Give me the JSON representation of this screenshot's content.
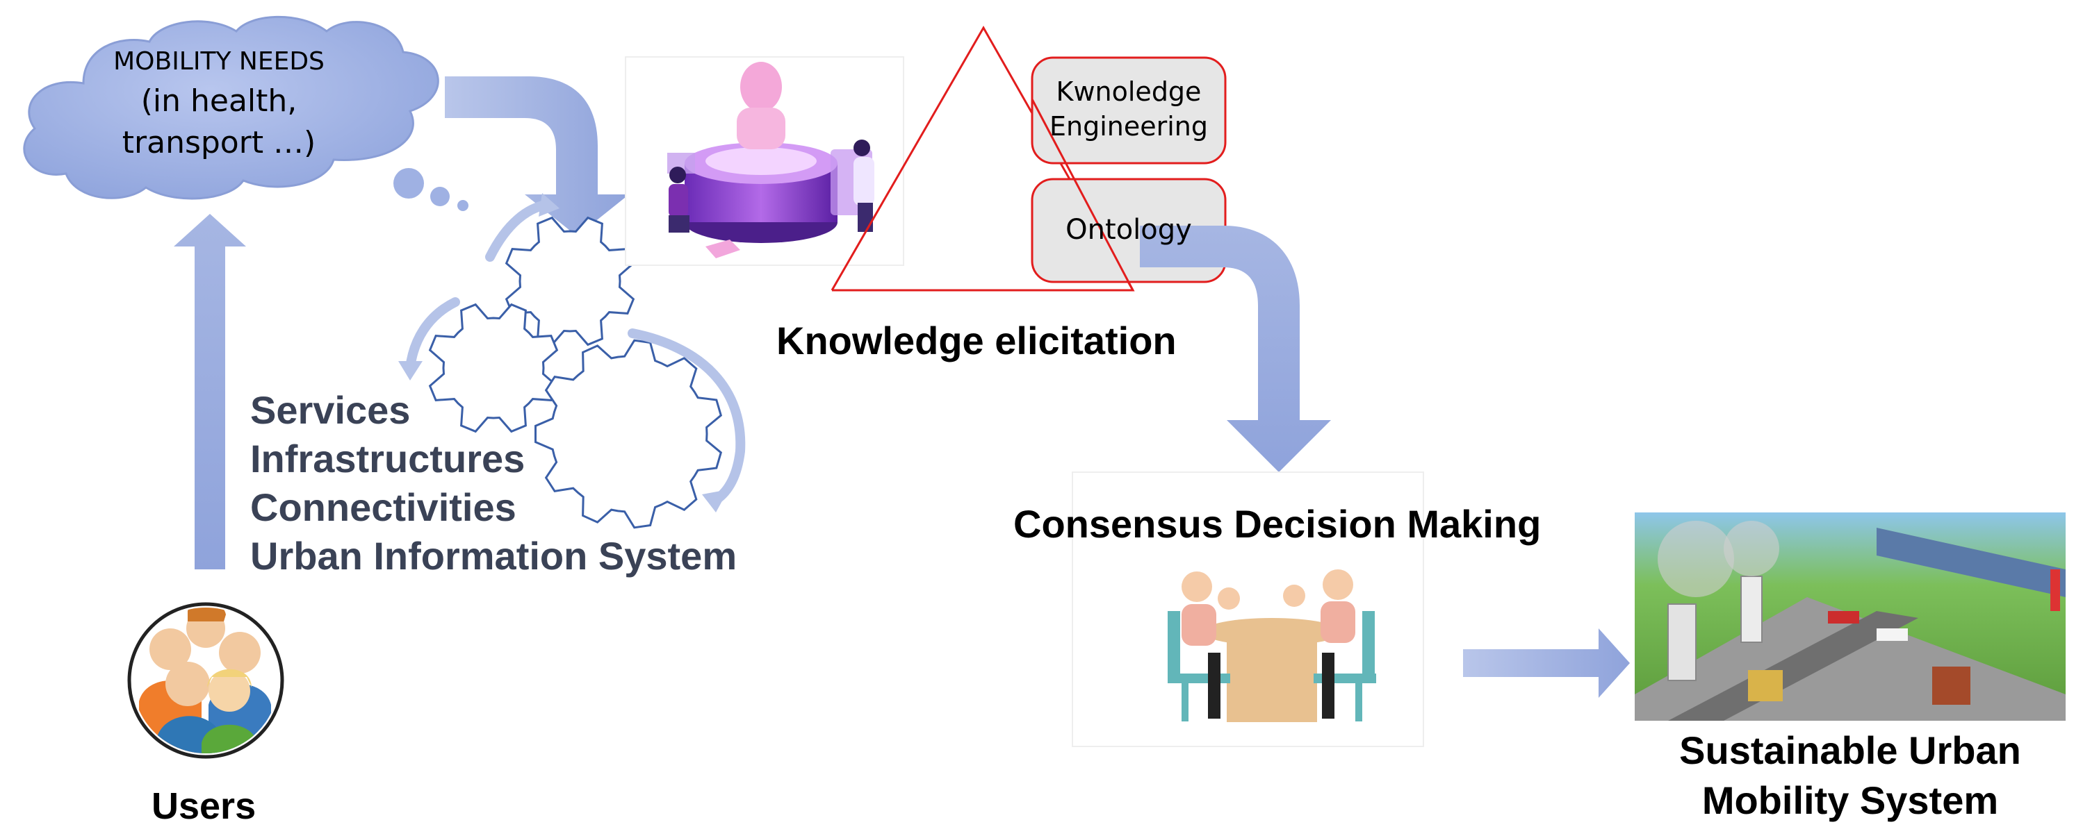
{
  "cloud": {
    "line1": "MOBILITY NEEDS",
    "line2": "(in health,",
    "line3": "transport …)"
  },
  "services": {
    "items": [
      "Services",
      "Infrastructures",
      "Connectivities",
      "Urban Information System"
    ]
  },
  "users": {
    "label": "Users"
  },
  "knowledge": {
    "title": "Knowledge elicitation",
    "box1_line1": "Kwnoledge",
    "box1_line2": "Engineering",
    "box2": "Ontology"
  },
  "consensus": {
    "title": "Consensus Decision Making"
  },
  "result": {
    "line1": "Sustainable Urban",
    "line2": "Mobility System"
  },
  "colors": {
    "arrow": "#a9b8e2",
    "gear_stroke": "#3a5fa8",
    "cloud_fill": "#a8b9e6",
    "triangle": "#e21d1d",
    "services_text": "#3a4256"
  }
}
